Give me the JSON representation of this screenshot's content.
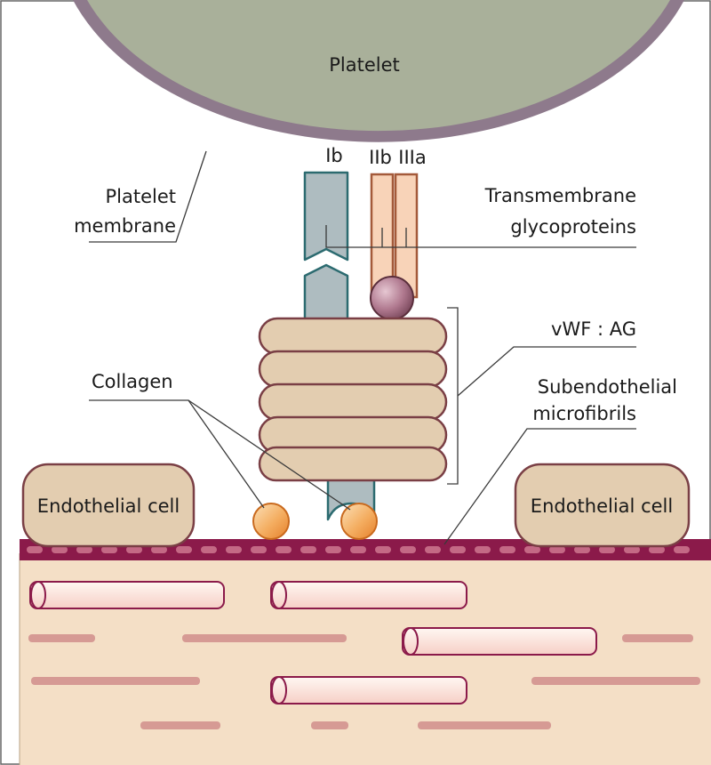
{
  "labels": {
    "platelet": "Platelet",
    "platelet_membrane_line1": "Platelet",
    "platelet_membrane_line2": "membrane",
    "ib": "Ib",
    "iib": "IIb",
    "iiia": "IIIa",
    "transmembrane_line1": "Transmembrane",
    "transmembrane_line2": "glycoproteins",
    "vwf": "vWF : AG",
    "collagen": "Collagen",
    "subendothelial_line1": "Subendothelial",
    "subendothelial_line2": "microfibrils",
    "endothelial_left": "Endothelial cell",
    "endothelial_right": "Endothelial cell"
  },
  "colors": {
    "platelet_fill": "#a9b09a",
    "platelet_membrane": "#8e7a8c",
    "glycoprotein_ib": "#aebcc0",
    "glycoprotein_iib_iiia": "#f8d3b8",
    "vwf_coil": "#e3cdb0",
    "collagen": "#f2a860",
    "endothelial_cell": "#e3cdb0",
    "basement_membrane": "#8b1a4a",
    "subendothelium": "#f4dfc6",
    "fibers": "#d69a94"
  }
}
